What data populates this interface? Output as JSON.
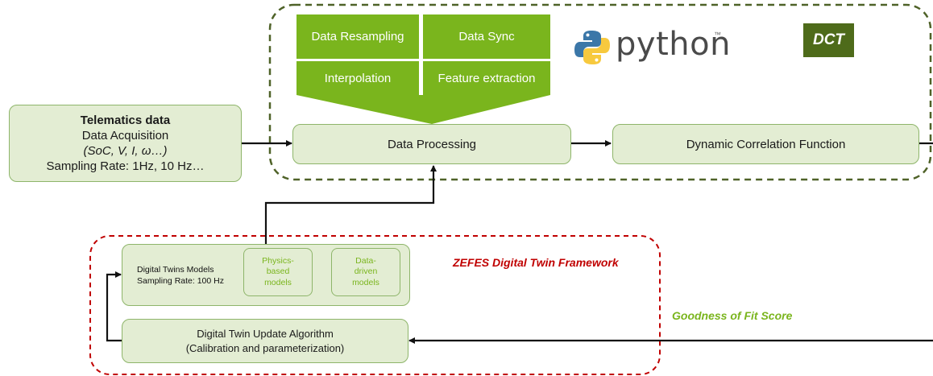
{
  "telematics": {
    "title": "Telematics data",
    "line1": "Data Acquisition",
    "line2": "(SoC, V, I, ω…)",
    "line3": "Sampling Rate: 1Hz, 10 Hz…"
  },
  "processing_tiles": [
    "Data Resampling",
    "Data Sync",
    "Interpolation",
    "Feature extraction"
  ],
  "data_processing": "Data Processing",
  "dynamic_correlation": "Dynamic Correlation Function",
  "python_logo": {
    "text": "python",
    "tm": "™"
  },
  "dct_badge": "DCT",
  "digital_twins": {
    "label_line1": "Digital Twins Models",
    "label_line2": "Sampling Rate: 100 Hz",
    "physics": [
      "Physics-",
      "based",
      "models"
    ],
    "datadriven": [
      "Data-",
      "driven",
      "models"
    ]
  },
  "framework_label": "ZEFES Digital Twin Framework",
  "update_algorithm": {
    "line1": "Digital Twin Update Algorithm",
    "line2": "(Calibration and parameterization)"
  },
  "goodness_label": "Goodness of Fit Score",
  "colors": {
    "green_fill": "#e3edd3",
    "green_border": "#8eb56a",
    "tile_green": "#7ab51d",
    "dashed_olive": "#4f6228",
    "dashed_red": "#c00000",
    "dct_bg": "#4e6b1a",
    "goodness": "#7ab51d"
  }
}
